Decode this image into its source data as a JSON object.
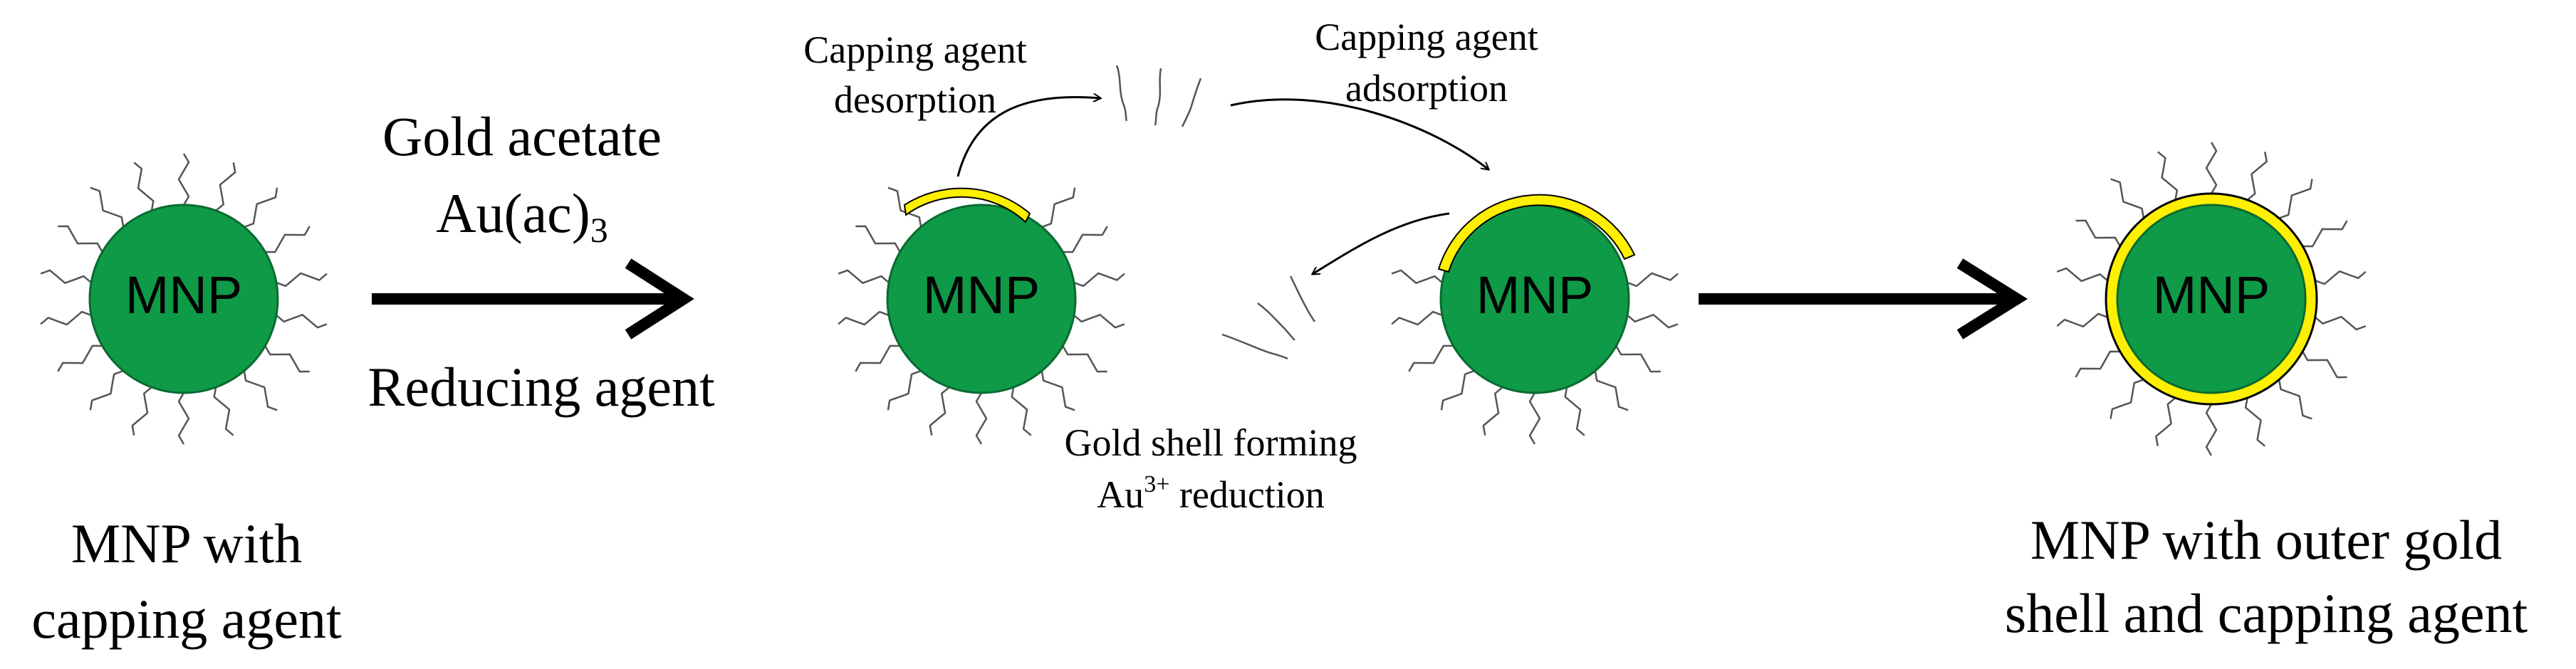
{
  "particle_label": "MNP",
  "step1": {
    "reagent_line1": "Gold acetate",
    "reagent_formula": "Au(ac)",
    "reagent_formula_sub": "3",
    "reagent_line3": "Reducing agent"
  },
  "process": {
    "desorption_line1": "Capping agent",
    "desorption_line2": "desorption",
    "adsorption_line1": "Capping agent",
    "adsorption_line2": "adsorption",
    "shell_line1": "Gold shell forming",
    "shell_line2_prefix": "Au",
    "shell_line2_sup": "3+",
    "shell_line2_suffix": " reduction"
  },
  "captions": {
    "start_line1": "MNP with",
    "start_line2": "capping agent",
    "end_line1": "MNP with outer gold",
    "end_line2": "shell and capping agent"
  },
  "colors": {
    "particle_fill": "#0f9a48",
    "gold_shell": "#ffef00",
    "ink": "#000000",
    "ligand": "#555555"
  }
}
